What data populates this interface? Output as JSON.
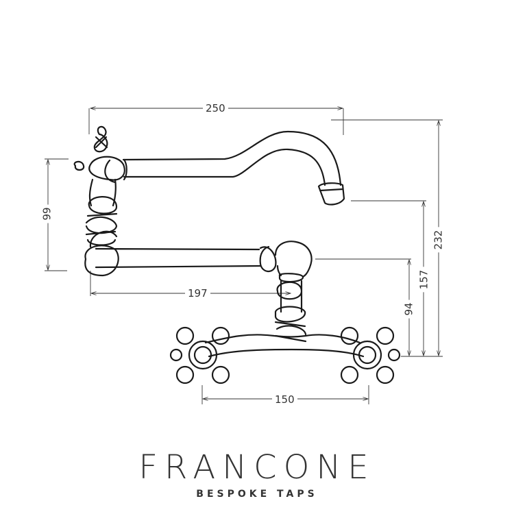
{
  "dimensions": {
    "overall_reach": "250",
    "handle_height": "99",
    "lower_arm_reach": "197",
    "overall_height": "232",
    "spout_outlet_height": "157",
    "swivel_height": "94",
    "centres": "150"
  },
  "logo": {
    "brand": "FRANCONE",
    "tagline": "BESPOKE TAPS"
  }
}
